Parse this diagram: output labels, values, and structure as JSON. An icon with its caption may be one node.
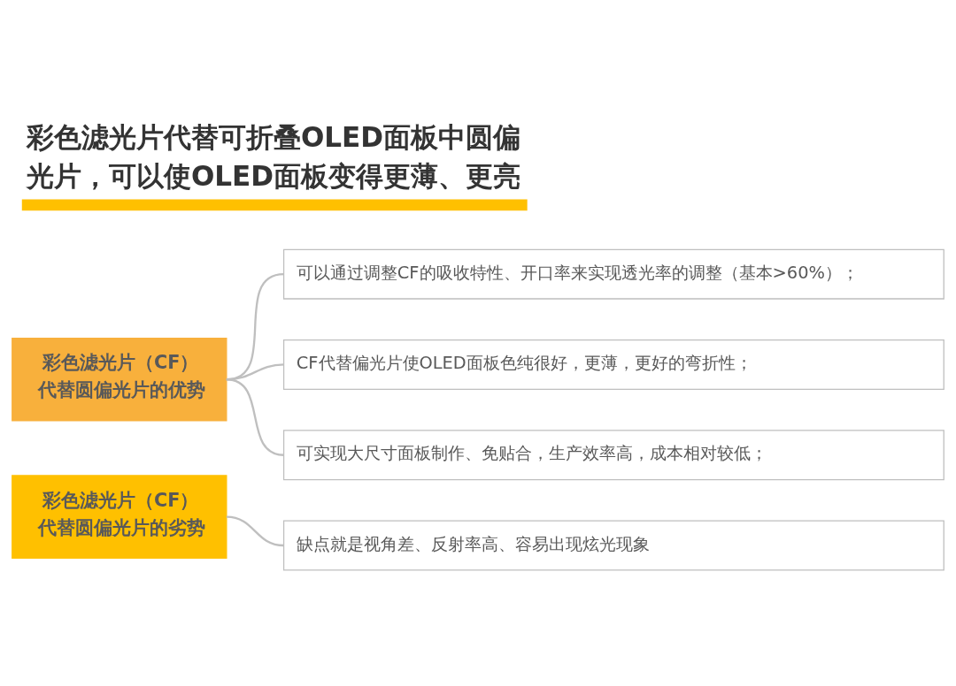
{
  "diagram": {
    "title": "彩色滤光片代替可折叠OLED面板中圆偏光片，可以使OLED面板变得更薄、更亮",
    "nodes": [
      {
        "text": [
          "彩色滤光片（CF）代替圆偏光片的优势"
        ]
      },
      {
        "text": [
          "可以通过调整CF的吸收特性、开口率来实现透光率的调整（基本>60%）；"
        ]
      },
      {
        "text": [
          "CF代替偏光片使OLED面板色纯很好，更薄，更好的弯折性；"
        ]
      },
      {
        "text": [
          "可实现大尺寸面板制作、免贴合，生产效率高，成本相对较低；"
        ]
      },
      {
        "text": [
          "彩色滤光片（CF）代替圆偏光片的劣势"
        ]
      },
      {
        "text": [
          "缺点就是视角差、反射率高、容易出现炫光现象"
        ]
      }
    ],
    "edges": [
      {
        "from": 0,
        "to": 1,
        "arrow": "none"
      },
      {
        "from": 0,
        "to": 2,
        "arrow": "none"
      },
      {
        "from": 0,
        "to": 3,
        "arrow": "none"
      },
      {
        "from": 4,
        "to": 5,
        "arrow": "none"
      }
    ]
  }
}
